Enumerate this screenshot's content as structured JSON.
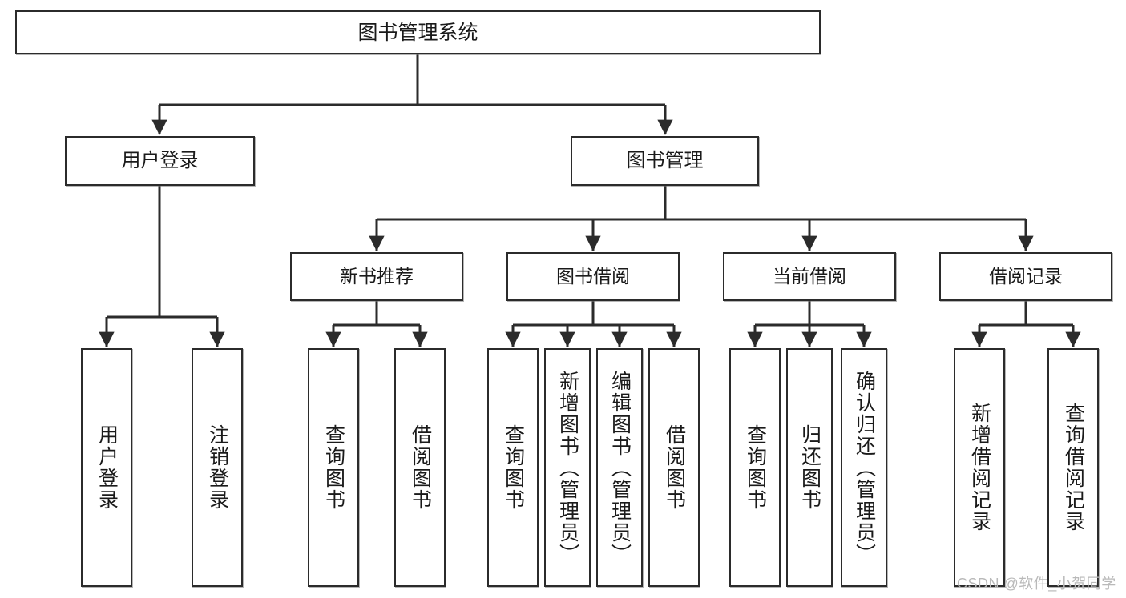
{
  "diagram": {
    "title": "图书管理系统",
    "type": "tree-hierarchy-diagram",
    "colors": {
      "box_border": "#2b2b2b",
      "box_fill": "#ffffff",
      "connector": "#2b2b2b",
      "text": "#1a1a1a",
      "watermark": "#b9b9b9",
      "background": "#ffffff"
    },
    "root": {
      "label": "图书管理系统"
    },
    "level2": [
      {
        "label": "用户登录"
      },
      {
        "label": "图书管理"
      }
    ],
    "level3": [
      {
        "label": "新书推荐"
      },
      {
        "label": "图书借阅"
      },
      {
        "label": "当前借阅"
      },
      {
        "label": "借阅记录"
      }
    ],
    "leaves": {
      "user_login": [
        {
          "label": "用户登录"
        },
        {
          "label": "注销登录"
        }
      ],
      "new_book": [
        {
          "label": "查询图书"
        },
        {
          "label": "借阅图书"
        }
      ],
      "borrow_book": [
        {
          "label": "查询图书"
        },
        {
          "label": "新增图书（管理员）"
        },
        {
          "label": "编辑图书（管理员）"
        },
        {
          "label": "借阅图书"
        }
      ],
      "current_borrow": [
        {
          "label": "查询图书"
        },
        {
          "label": "归还图书"
        },
        {
          "label": "确认归还（管理员）"
        }
      ],
      "borrow_record": [
        {
          "label": "新增借阅记录"
        },
        {
          "label": "查询借阅记录"
        }
      ]
    }
  },
  "watermark": {
    "text": "CSDN @软件_小贺同学"
  }
}
